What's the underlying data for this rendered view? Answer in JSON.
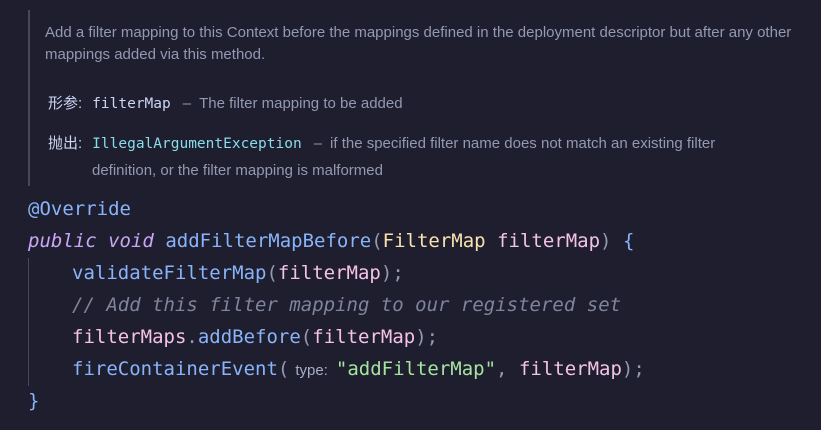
{
  "doc": {
    "description": "Add a filter mapping to this Context before the mappings defined in the deployment descriptor but after any other mappings added via this method.",
    "params_label": "形参:",
    "param_name": "filterMap",
    "param_dash": "–",
    "param_desc": "The filter mapping to be added",
    "throws_label": "抛出:",
    "exception_name": "IllegalArgumentException",
    "throws_dash": "–",
    "throws_desc_1": "if the specified filter name does not match an existing filter",
    "throws_desc_2": "definition, or the filter mapping is malformed"
  },
  "code": {
    "annotation": "@Override",
    "line1": {
      "keyword_public": "public",
      "keyword_void": "void",
      "method_name": "addFilterMapBefore",
      "open_paren": "(",
      "param_type": "FilterMap",
      "param_name": "filterMap",
      "close_paren": ")",
      "open_brace": "{"
    },
    "line2": {
      "fn": "validateFilterMap",
      "open": "(",
      "arg": "filterMap",
      "close": ");"
    },
    "line3": {
      "comment": "// Add this filter mapping to our registered set"
    },
    "line4": {
      "obj": "filterMaps",
      "dot": ".",
      "fn": "addBefore",
      "open": "(",
      "arg": "filterMap",
      "close": ");"
    },
    "line5": {
      "fn": "fireContainerEvent",
      "open": "(",
      "hint": "type:",
      "string": "\"addFilterMap\"",
      "comma": ",",
      "arg": "filterMap",
      "close": ");"
    },
    "close_brace": "}"
  }
}
